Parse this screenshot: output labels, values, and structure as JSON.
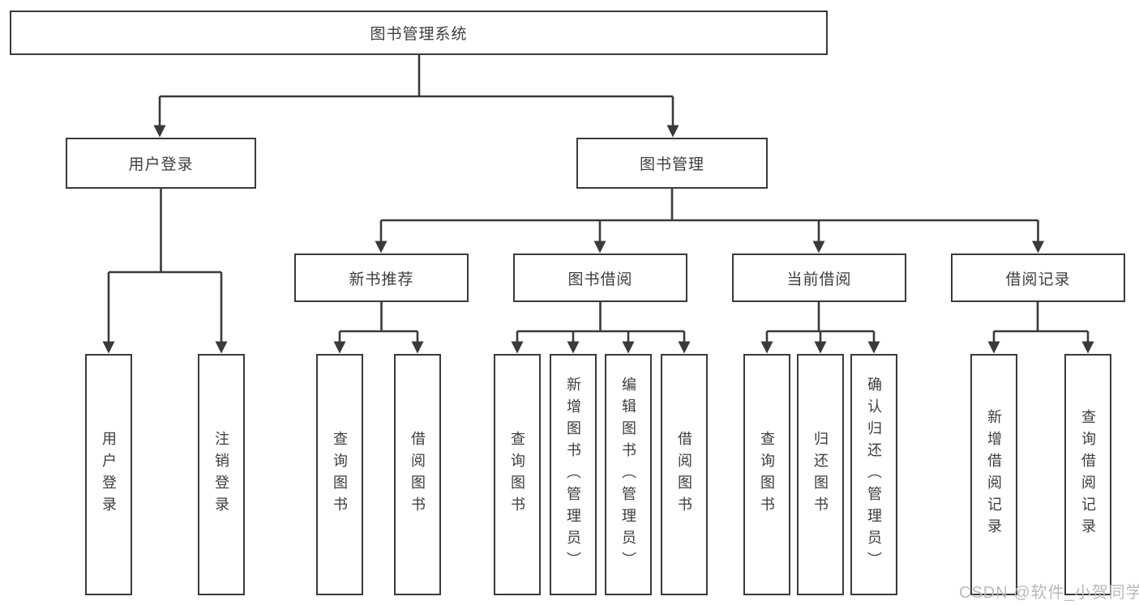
{
  "root": {
    "label": "图书管理系统"
  },
  "branches": [
    {
      "label": "用户登录",
      "children": [
        {
          "label": "用户登录"
        },
        {
          "label": "注销登录"
        }
      ]
    },
    {
      "label": "图书管理",
      "children": [
        {
          "label": "新书推荐",
          "children": [
            {
              "label": "查询图书"
            },
            {
              "label": "借阅图书"
            }
          ]
        },
        {
          "label": "图书借阅",
          "children": [
            {
              "label": "查询图书"
            },
            {
              "label": "新增图书（管理员）"
            },
            {
              "label": "编辑图书（管理员）"
            },
            {
              "label": "借阅图书"
            }
          ]
        },
        {
          "label": "当前借阅",
          "children": [
            {
              "label": "查询图书"
            },
            {
              "label": "归还图书"
            },
            {
              "label": "确认归还（管理员）"
            }
          ]
        },
        {
          "label": "借阅记录",
          "children": [
            {
              "label": "新增借阅记录"
            },
            {
              "label": "查询借阅记录"
            }
          ]
        }
      ]
    }
  ],
  "watermark": "CSDN @软件_小贺同学",
  "colors": {
    "line": "#3a3a3a",
    "text": "#3d3d42",
    "watermark": "#b9b9b9",
    "background": "#ffffff"
  }
}
